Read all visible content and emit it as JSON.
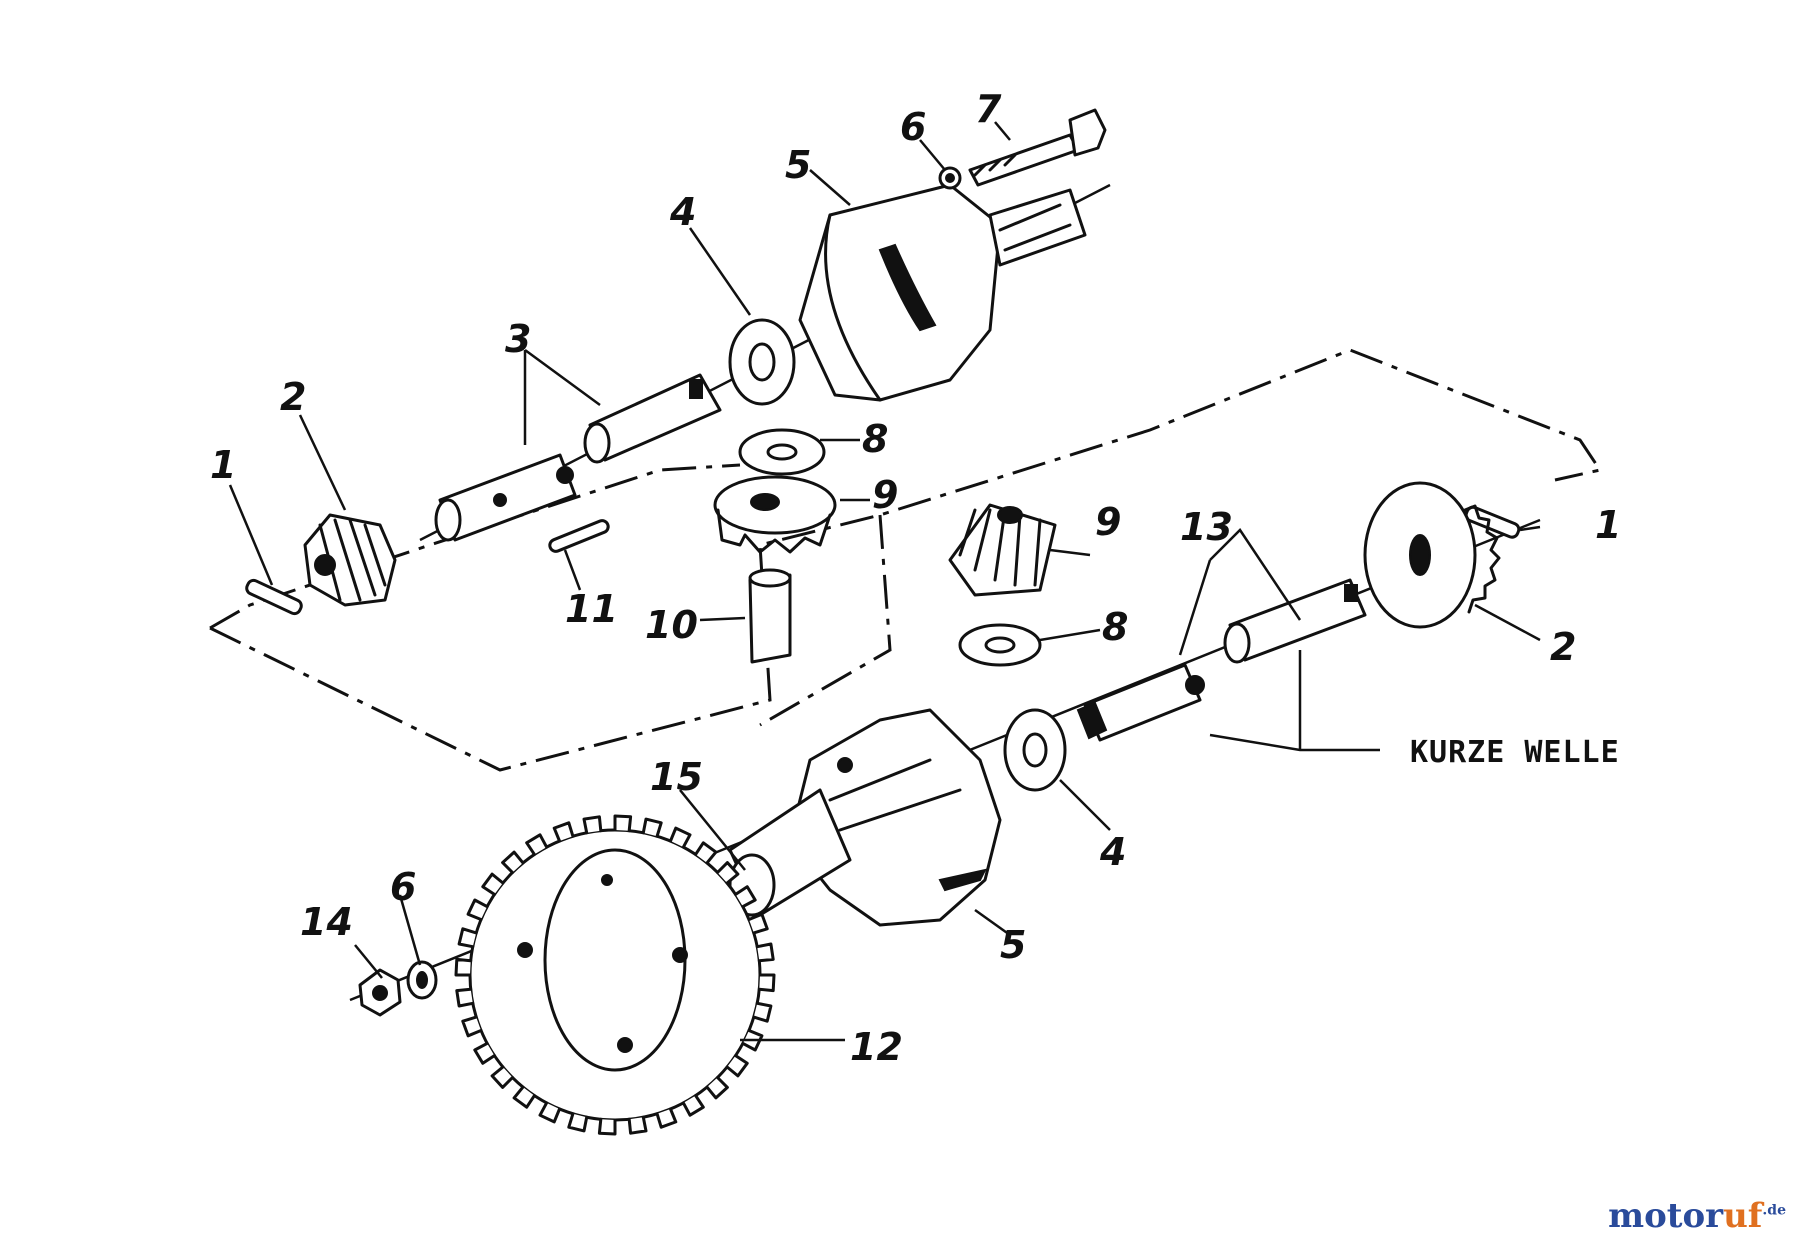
{
  "labels": {
    "p1a": "1",
    "p1b": "1",
    "p2a": "2",
    "p2b": "2",
    "p3": "3",
    "p4a": "4",
    "p4b": "4",
    "p5a": "5",
    "p5b": "5",
    "p6a": "6",
    "p6b": "6",
    "p7": "7",
    "p8a": "8",
    "p8b": "8",
    "p9a": "9",
    "p9b": "9",
    "p10": "10",
    "p11": "11",
    "p12": "12",
    "p13": "13",
    "p14": "14",
    "p15": "15"
  },
  "annotation": "KURZE WELLE",
  "watermark": {
    "part1": "motor",
    "part2": "uf",
    "part3": ".de"
  }
}
